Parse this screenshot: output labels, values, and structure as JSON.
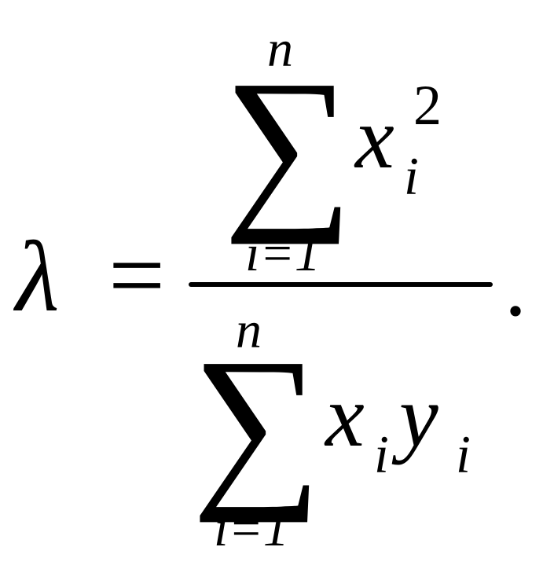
{
  "formula": {
    "lhs": "λ",
    "equals": "=",
    "numerator": {
      "sum_symbol": "∑",
      "upper_limit": "n",
      "lower_limit": "i=1",
      "variable": "x",
      "subscript": "i",
      "superscript": "2"
    },
    "denominator": {
      "sum_symbol": "∑",
      "upper_limit": "n",
      "lower_limit": "i=1",
      "variable1": "x",
      "subscript1": "i",
      "variable2": "y",
      "subscript2": "i"
    },
    "trailing_punctuation": "."
  }
}
